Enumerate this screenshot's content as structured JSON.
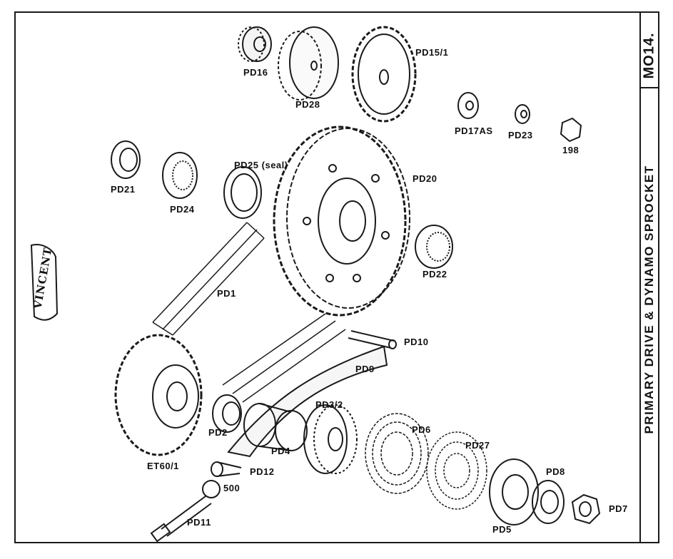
{
  "sheet": {
    "code": "MO14.",
    "title": "PRIMARY DRIVE & DYNAMO SPROCKET",
    "logo_text": "VINCENT"
  },
  "parts": {
    "pd16": "PD16",
    "pd28": "PD28",
    "pd15_1": "PD15/1",
    "pd17as": "PD17AS",
    "pd23": "PD23",
    "p198": "198",
    "pd21": "PD21",
    "pd24": "PD24",
    "pd25": "PD25 (seal)",
    "pd20": "PD20",
    "pd22": "PD22",
    "pd1": "PD1",
    "pd10": "PD10",
    "pd9": "PD9",
    "pd2": "PD2",
    "pd3_2": "PD3/2",
    "pd6": "PD6",
    "pd27": "PD27",
    "pd4": "PD4",
    "et60_1": "ET60/1",
    "pd12": "PD12",
    "pd8": "PD8",
    "pd7": "PD7",
    "p500": "500",
    "pd5": "PD5",
    "pd11": "PD11"
  },
  "colors": {
    "ink": "#1a1a1a",
    "paper": "#ffffff"
  }
}
